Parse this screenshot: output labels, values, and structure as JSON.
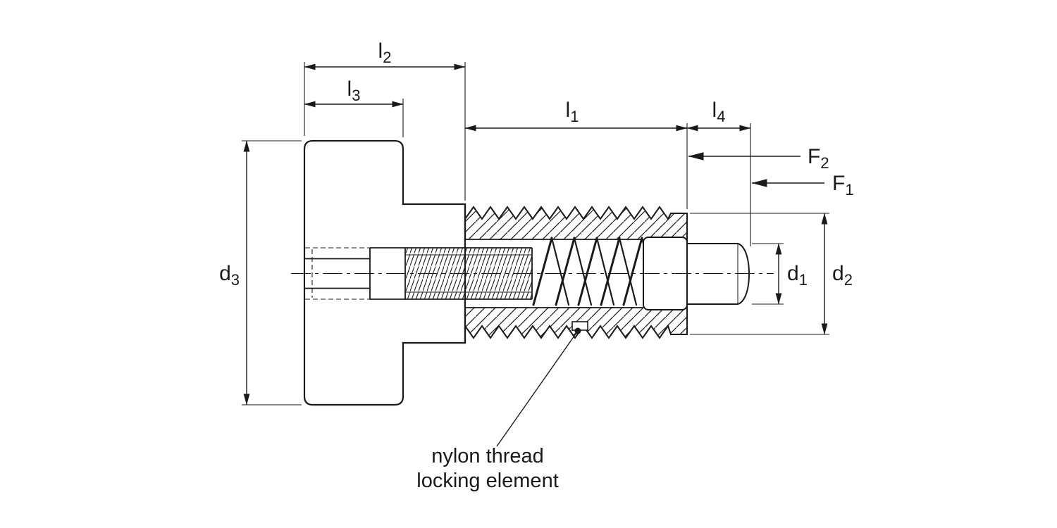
{
  "dimensions": {
    "l2": {
      "base": "l",
      "sub": "2"
    },
    "l3": {
      "base": "l",
      "sub": "3"
    },
    "l1": {
      "base": "l",
      "sub": "1"
    },
    "l4": {
      "base": "l",
      "sub": "4"
    },
    "F2": {
      "base": "F",
      "sub": "2"
    },
    "F1": {
      "base": "F",
      "sub": "1"
    },
    "d3": {
      "base": "d",
      "sub": "3"
    },
    "d1": {
      "base": "d",
      "sub": "1"
    },
    "d2": {
      "base": "d",
      "sub": "2"
    }
  },
  "annotation": {
    "line1": "nylon thread",
    "line2": "locking element"
  },
  "colors": {
    "stroke": "#1a1a1a",
    "background": "#ffffff"
  }
}
